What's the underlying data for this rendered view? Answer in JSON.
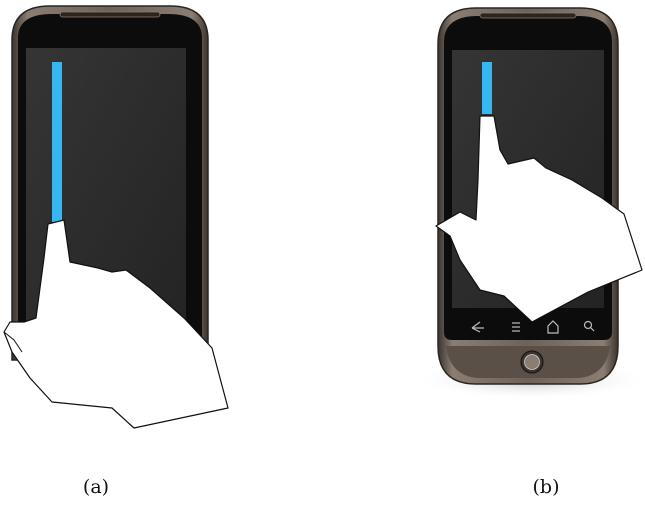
{
  "figures": [
    {
      "caption": "(a)",
      "panel": "phone-lower-half-slide-gesture"
    },
    {
      "caption": "(b)",
      "panel": "phone-full-view-slide-gesture"
    }
  ],
  "colors": {
    "screen": "#2a2a2a",
    "bezel": "#0c0c0c",
    "frame": "#6e6259",
    "frame_dark": "#3a332e",
    "indicator_bar": "#38b6f0",
    "hand_fill": "#ffffff",
    "hand_outline": "#111111"
  },
  "icons": {
    "nav_keys": [
      "back-icon",
      "menu-icon",
      "home-icon",
      "search-icon"
    ],
    "trackball": "trackball-icon"
  }
}
